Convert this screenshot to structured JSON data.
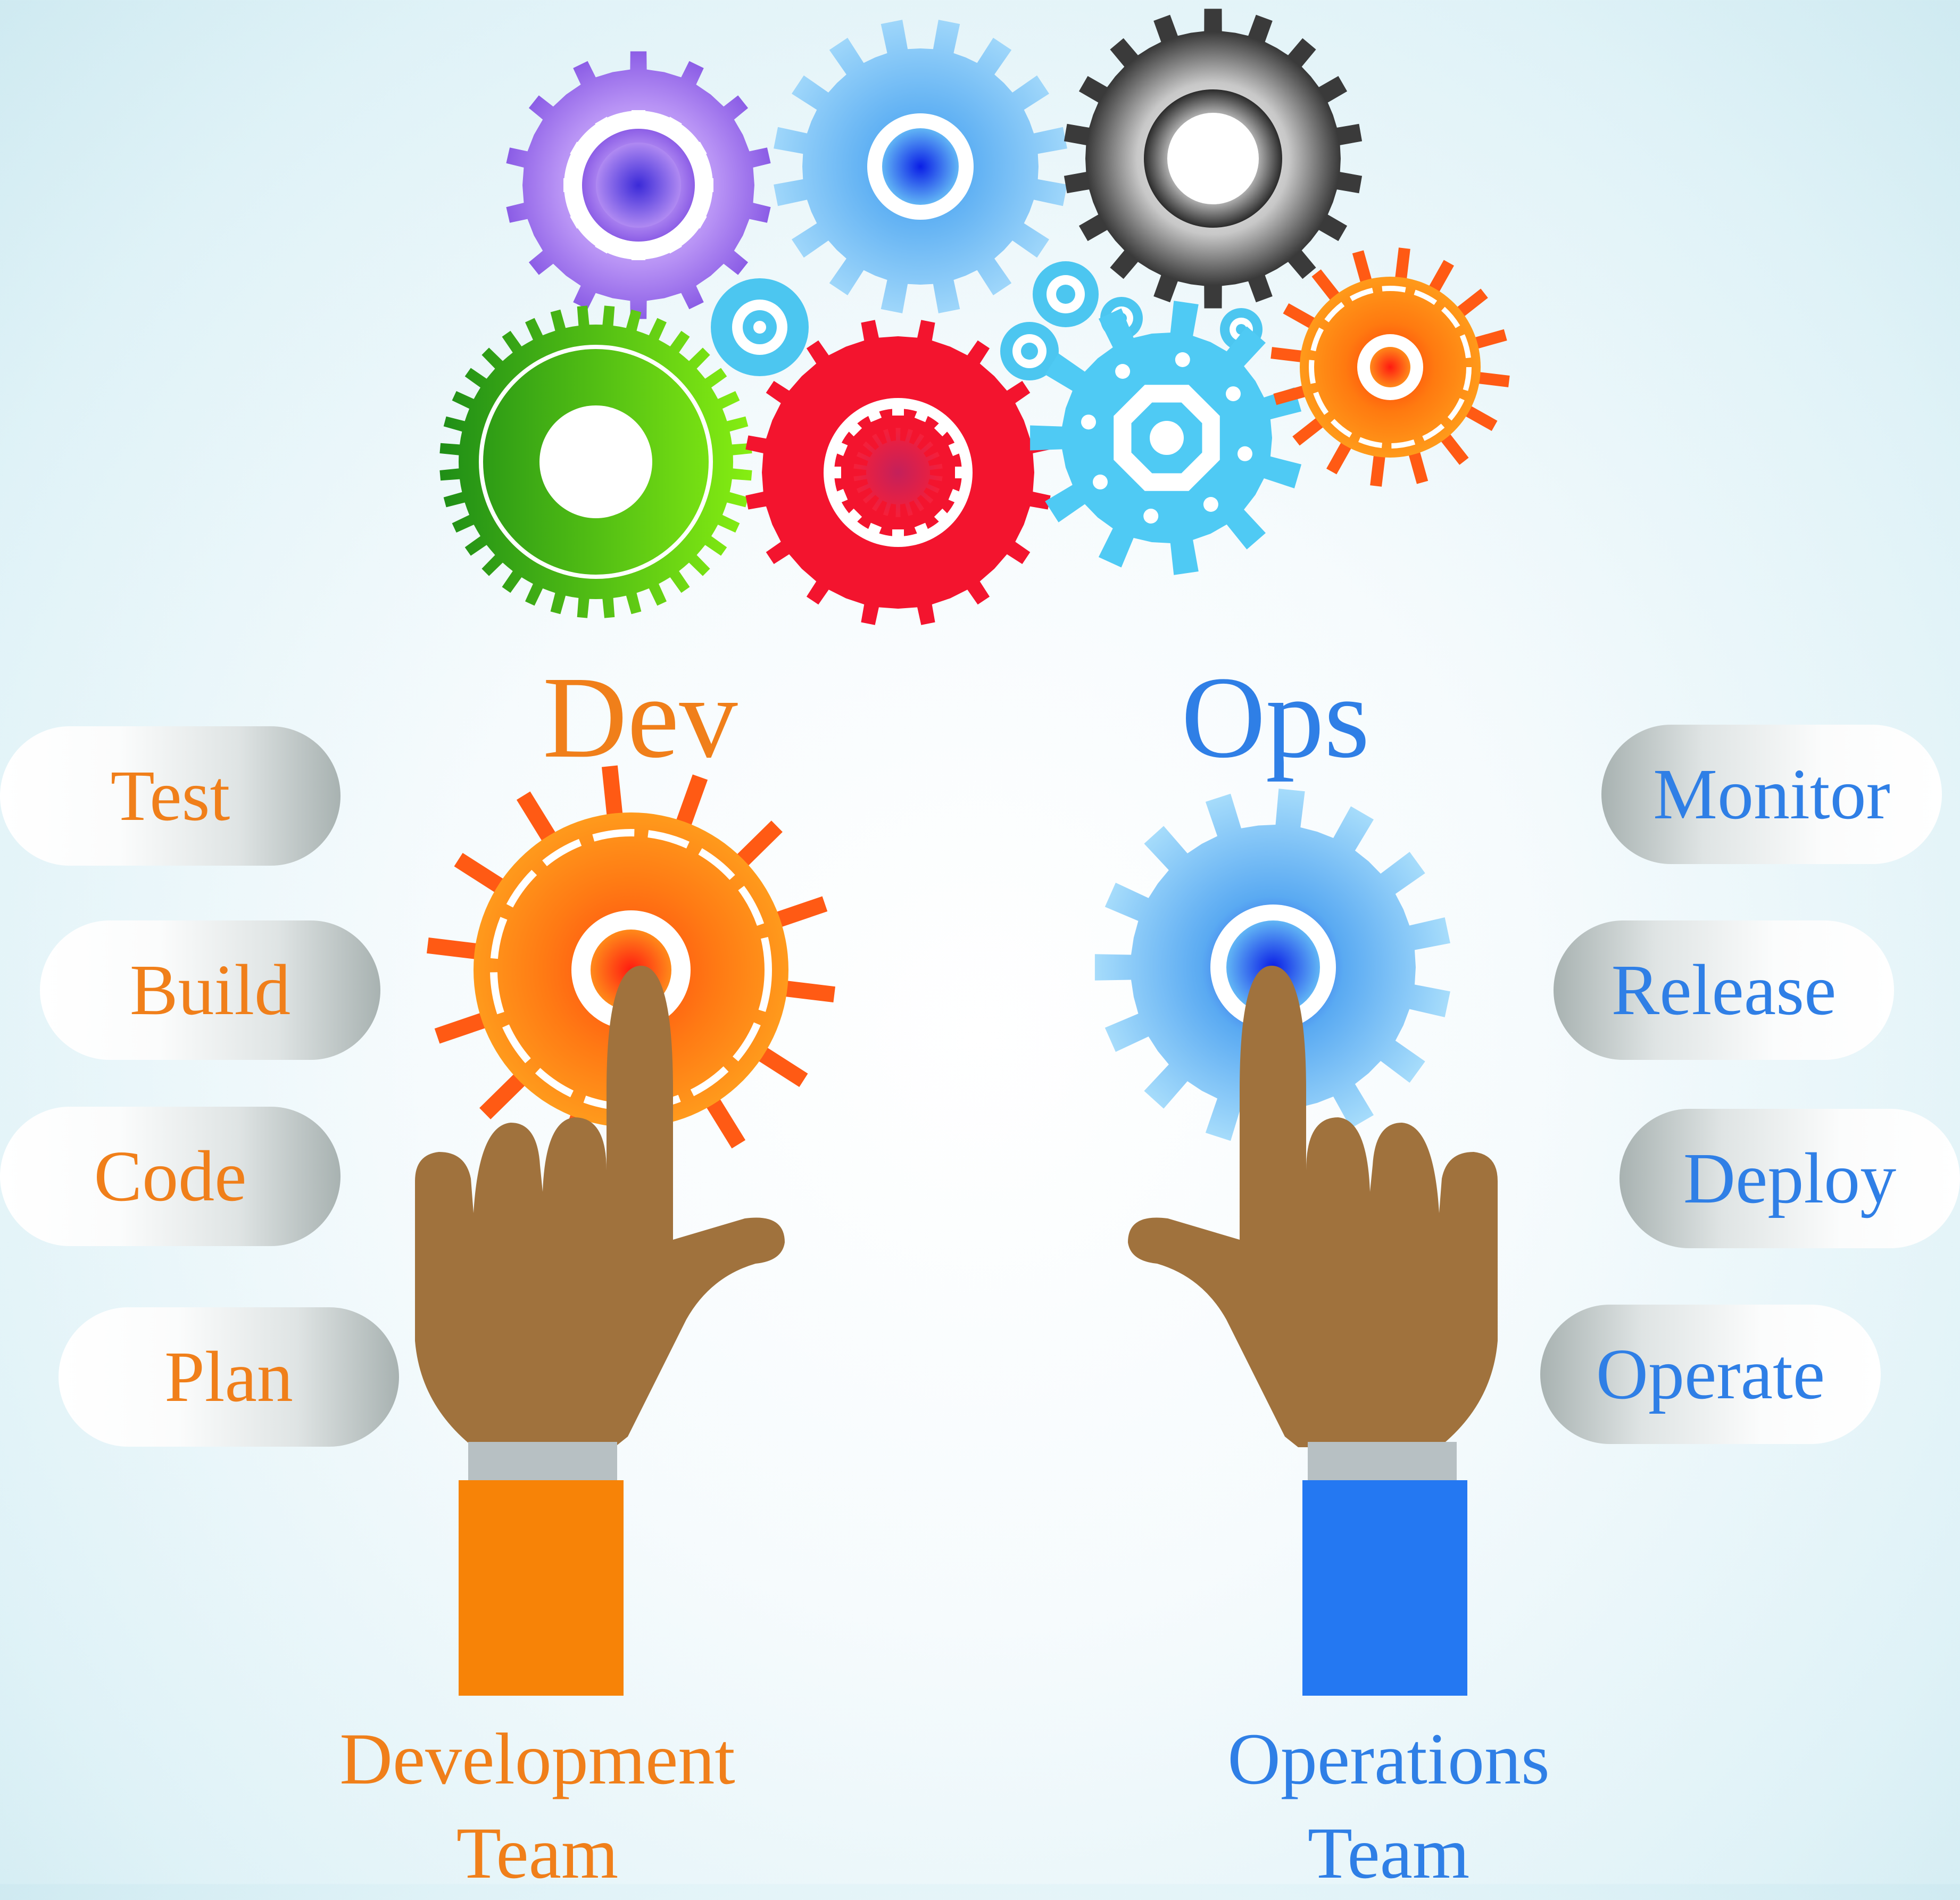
{
  "headings": {
    "dev": "Dev",
    "ops": "Ops"
  },
  "dev_steps": [
    "Test",
    "Build",
    "Code",
    "Plan"
  ],
  "ops_steps": [
    "Monitor",
    "Release",
    "Deploy",
    "Operate"
  ],
  "teams": {
    "dev_line1": "Development",
    "dev_line2": "Team",
    "ops_line1": "Operations",
    "ops_line2": "Team"
  },
  "colors": {
    "dev_text": "#f07f1a",
    "ops_text": "#2f7fe6",
    "dev_sleeve": "#f78307",
    "ops_sleeve": "#2478f2",
    "hand_skin": "#a0723d",
    "cuff": "#b7c0c3"
  },
  "icons": {
    "gears": [
      "purple-gear-icon",
      "blue-gear-icon",
      "gray-gear-icon",
      "green-gear-icon",
      "red-gear-icon",
      "cyan-gear-icon",
      "orange-gear-icon"
    ],
    "hands": [
      "dev-hand-icon",
      "ops-hand-icon"
    ]
  }
}
